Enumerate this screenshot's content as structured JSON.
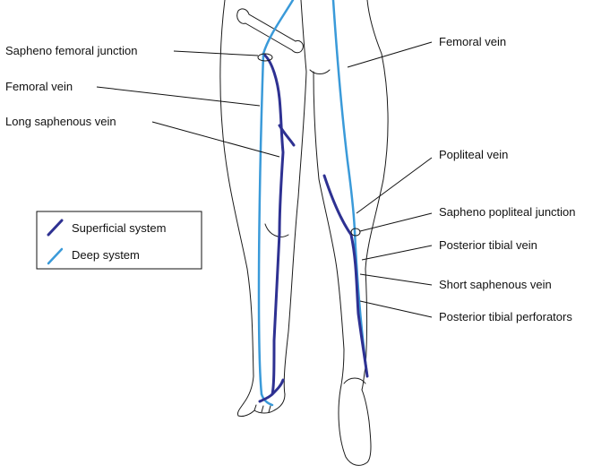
{
  "colors": {
    "superficial": "#2e3192",
    "deep": "#3a9ad9",
    "outline": "#1a1a1a"
  },
  "labels": {
    "sapheno_femoral_junction": "Sapheno femoral junction",
    "femoral_vein_left": "Femoral vein",
    "long_saphenous_vein": "Long saphenous vein",
    "femoral_vein_right": "Femoral vein",
    "popliteal_vein": "Popliteal vein",
    "sapheno_popliteal_junction": "Sapheno popliteal junction",
    "posterior_tibial_vein": "Posterior tibial vein",
    "short_saphenous_vein": "Short saphenous vein",
    "posterior_tibial_perforators": "Posterior tibial perforators"
  },
  "legend": {
    "superficial": "Superficial system",
    "deep": "Deep system"
  }
}
